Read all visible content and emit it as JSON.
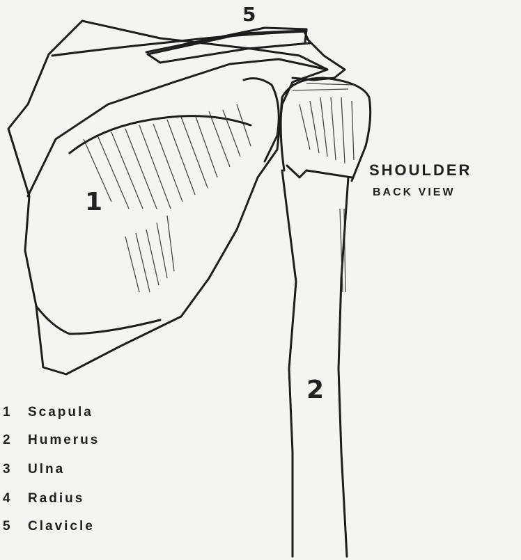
{
  "diagram": {
    "title_line1": "Shoulder",
    "title_line2": "Back view",
    "callouts": {
      "scapula": "1",
      "humerus": "2",
      "clavicle": "5"
    },
    "legend": [
      {
        "key": "1",
        "label": "Scapula"
      },
      {
        "key": "2",
        "label": "Humerus"
      },
      {
        "key": "3",
        "label": "Ulna"
      },
      {
        "key": "4",
        "label": "Radius"
      },
      {
        "key": "5",
        "label": "Clavicle"
      }
    ]
  }
}
